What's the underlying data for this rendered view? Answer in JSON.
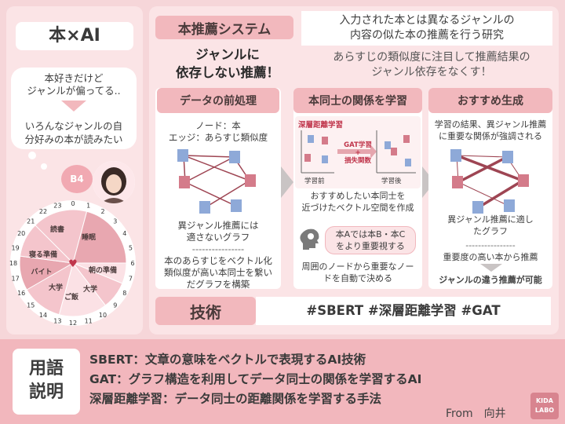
{
  "left": {
    "title": "本×AI",
    "bubble_line1": "本好きだけど",
    "bubble_line2": "ジャンルが偏ってる..",
    "bubble_line3": "いろんなジャンルの自",
    "bubble_line4": "分好みの本が読みたい",
    "badge": "B4",
    "clock_numbers": [
      "0",
      "1",
      "2",
      "3",
      "4",
      "5",
      "6",
      "7",
      "8",
      "9",
      "10",
      "11",
      "12",
      "13",
      "14",
      "15",
      "16",
      "17",
      "18",
      "19",
      "20",
      "21",
      "22",
      "23"
    ],
    "pie_labels": [
      "読書",
      "睡眠",
      "寝る準備",
      "バイト",
      "大学",
      "ご飯",
      "大学",
      "朝の準備"
    ],
    "pie_colors": {
      "dark": "#e8a7b0",
      "mid": "#f4c5cc",
      "light": "#fbe1e5"
    }
  },
  "header": {
    "title": "本推薦システム",
    "desc_line1": "入力された本とは異なるジャンルの",
    "desc_line2": "内容の似た本の推薦を行う研究",
    "catch_line1": "ジャンルに",
    "catch_line2": "依存しない推薦！",
    "catch_desc_line1": "あらすじの類似度に注目して推薦結果の",
    "catch_desc_line2": "ジャンル依存をなくす！"
  },
  "col1": {
    "title": "データの前処理",
    "line1": "ノード：本",
    "line2": "エッジ：あらすじ類似度",
    "line3": "異ジャンル推薦には",
    "line4": "適さないグラフ",
    "sep": "----------------",
    "line5": "本のあらすじをベクトル化",
    "line6": "類似度が高い本同士を繋い",
    "line7": "だグラフを構築"
  },
  "col2": {
    "title": "本同士の関係を学習",
    "diagram_label": "深層距離学習",
    "gat_line1": "GAT学習",
    "gat_plus": "+",
    "gat_line2": "損失関数",
    "before": "学習前",
    "after": "学習後",
    "line1": "おすすめしたい本同士を",
    "line2": "近づけたベクトル空間を作成",
    "thought_line1": "本Aでは本B・本C",
    "thought_line2": "をより重要視する",
    "line3": "周囲のノードから重要なノー",
    "line4": "ドを自動で決める"
  },
  "col3": {
    "title": "おすすめ生成",
    "line1": "学習の結果、異ジャンル推薦",
    "line2": "に重要な関係が強調される",
    "line3": "異ジャンル推薦に適し",
    "line4": "たグラフ",
    "sep": "----------------",
    "line5": "重要度の高い本から推薦",
    "line6": "ジャンルの違う推薦が可能"
  },
  "tech": {
    "label": "技術",
    "items": "#SBERT #深層距離学習 #GAT"
  },
  "glossary": {
    "label_line1": "用語",
    "label_line2": "説明",
    "line1": "SBERT：文章の意味をベクトルで表現するAI技術",
    "line2": "GAT：グラフ構造を利用してデータ同士の関係を学習するAI",
    "line3": "深層距離学習：データ同士の距離関係を学習する手法",
    "from": "From　向井",
    "logo_line1": "KIDA",
    "logo_line2": "LABO"
  }
}
